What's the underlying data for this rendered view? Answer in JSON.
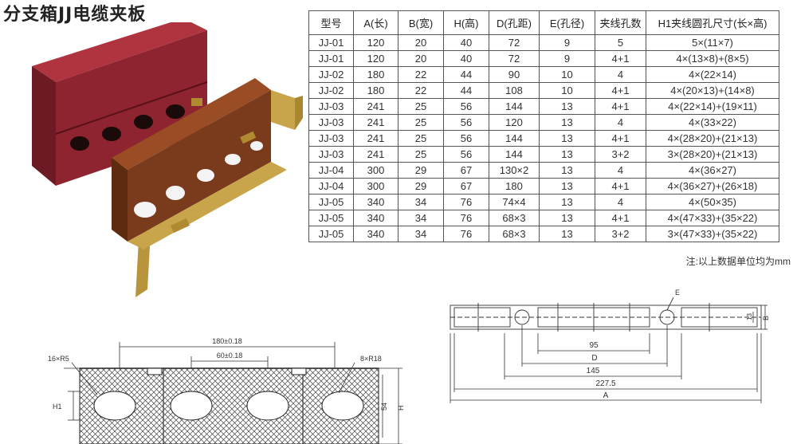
{
  "title": "分支箱JJ电缆夹板",
  "table": {
    "headers": [
      "型号",
      "A(长)",
      "B(宽)",
      "H(高)",
      "D(孔距)",
      "E(孔径)",
      "夹线孔数",
      "H1夹线圆孔尺寸(长×高)"
    ],
    "rows": [
      [
        "JJ-01",
        "120",
        "20",
        "40",
        "72",
        "9",
        "5",
        "5×(11×7)"
      ],
      [
        "JJ-01",
        "120",
        "20",
        "40",
        "72",
        "9",
        "4+1",
        "4×(13×8)+(8×5)"
      ],
      [
        "JJ-02",
        "180",
        "22",
        "44",
        "90",
        "10",
        "4",
        "4×(22×14)"
      ],
      [
        "JJ-02",
        "180",
        "22",
        "44",
        "108",
        "10",
        "4+1",
        "4×(20×13)+(14×8)"
      ],
      [
        "JJ-03",
        "241",
        "25",
        "56",
        "144",
        "13",
        "4+1",
        "4×(22×14)+(19×11)"
      ],
      [
        "JJ-03",
        "241",
        "25",
        "56",
        "120",
        "13",
        "4",
        "4×(33×22)"
      ],
      [
        "JJ-03",
        "241",
        "25",
        "56",
        "144",
        "13",
        "4+1",
        "4×(28×20)+(21×13)"
      ],
      [
        "JJ-03",
        "241",
        "25",
        "56",
        "144",
        "13",
        "3+2",
        "3×(28×20)+(21×13)"
      ],
      [
        "JJ-04",
        "300",
        "29",
        "67",
        "130×2",
        "13",
        "4",
        "4×(36×27)"
      ],
      [
        "JJ-04",
        "300",
        "29",
        "67",
        "180",
        "13",
        "4+1",
        "4×(36×27)+(26×18)"
      ],
      [
        "JJ-05",
        "340",
        "34",
        "76",
        "74×4",
        "13",
        "4",
        "4×(50×35)"
      ],
      [
        "JJ-05",
        "340",
        "34",
        "76",
        "68×3",
        "13",
        "4+1",
        "4×(47×33)+(35×22)"
      ],
      [
        "JJ-05",
        "340",
        "34",
        "76",
        "68×3",
        "13",
        "3+2",
        "3×(47×33)+(35×22)"
      ]
    ]
  },
  "note": "注:以上数据单位均为mm",
  "left_drawing": {
    "dim_180": "180±0.18",
    "dim_60": "60±0.18",
    "label_r5": "16×R5",
    "label_r18": "8×R18",
    "label_h1": "H1",
    "label_54": "54",
    "label_h": "H"
  },
  "right_drawing": {
    "label_e": "E",
    "label_13": "13",
    "label_b": "B",
    "dim_95": "95",
    "dim_d": "D",
    "dim_145": "145",
    "dim_2275": "227.5",
    "dim_a": "A"
  },
  "colors": {
    "clamp_red": "#8e2430",
    "clamp_brown": "#7a3a1c",
    "bracket_gold": "#c8a44a"
  }
}
